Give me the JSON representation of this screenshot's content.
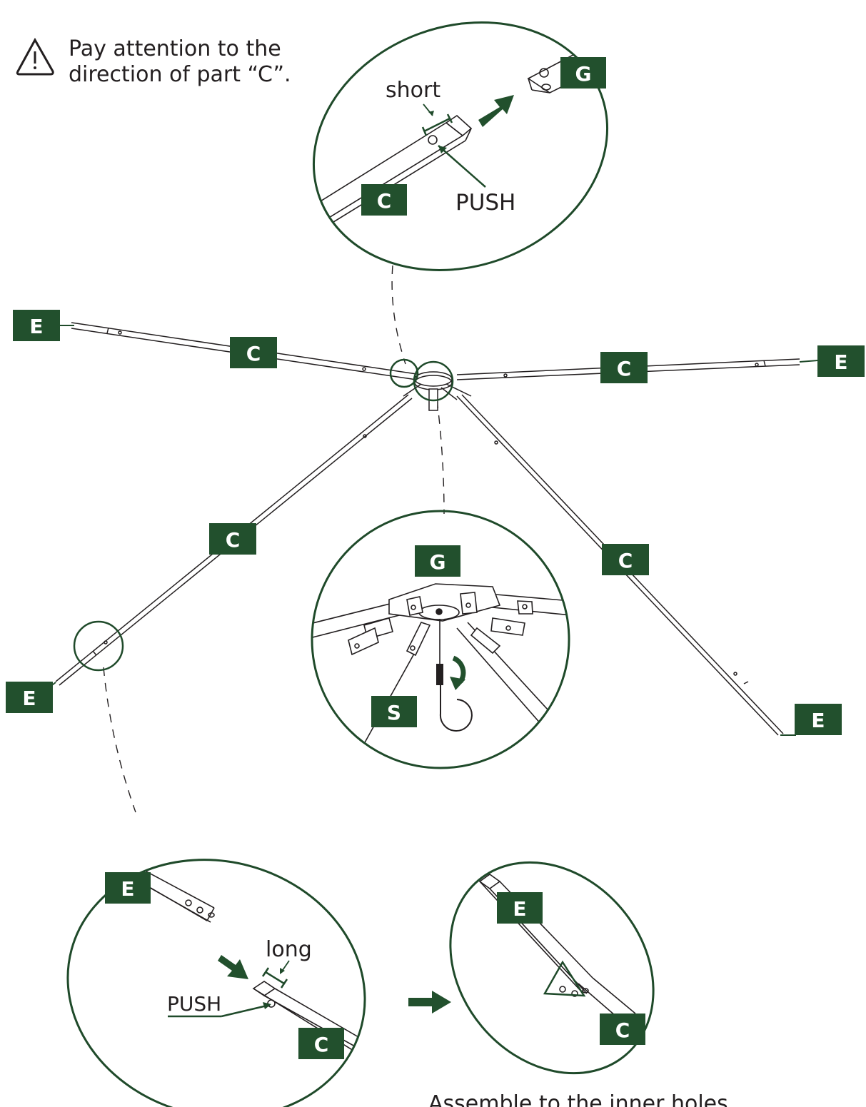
{
  "warning": {
    "icon": "warning-triangle-icon",
    "line1": "Pay attention to the",
    "line2": "direction of part “C”."
  },
  "detail_top": {
    "short_label": "short",
    "push_label": "PUSH",
    "part_c": "C",
    "part_g": "G"
  },
  "main": {
    "labels": {
      "e_left": "E",
      "c_left": "C",
      "c_right": "C",
      "e_right": "E",
      "c_lower_left": "C",
      "e_lower_left": "E",
      "c_lower_right": "C",
      "e_lower_right": "E"
    }
  },
  "detail_center": {
    "part_g": "G",
    "part_s": "S"
  },
  "detail_bottom_left": {
    "part_e": "E",
    "long_label": "long",
    "push_label": "PUSH",
    "part_c": "C"
  },
  "detail_bottom_right": {
    "part_e": "E",
    "part_c": "C"
  },
  "caption": "Assemble to the inner holes",
  "colors": {
    "label_bg": "#22502d",
    "outline": "#1f4a2a",
    "line": "#231f20"
  }
}
